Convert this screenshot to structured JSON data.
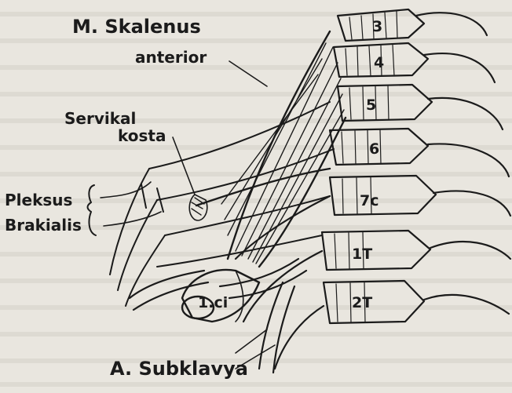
{
  "figure": {
    "labels": {
      "m_skalenus": "M. Skalenus",
      "anterior": "anterior",
      "servikal": "Servikal",
      "kosta": "kosta",
      "pleksus": "Pleksus",
      "brakialis": "Brakialis",
      "a_subklavya": "A. Subklavya"
    },
    "vertebrae": [
      "3",
      "4",
      "5",
      "6",
      "7c",
      "1T",
      "2T"
    ],
    "clavicle_label": "1.ci"
  },
  "colors": {
    "paper": "#e9e6df",
    "ink": "#1b1b1b",
    "bleed_text": "#c9c5bc"
  }
}
